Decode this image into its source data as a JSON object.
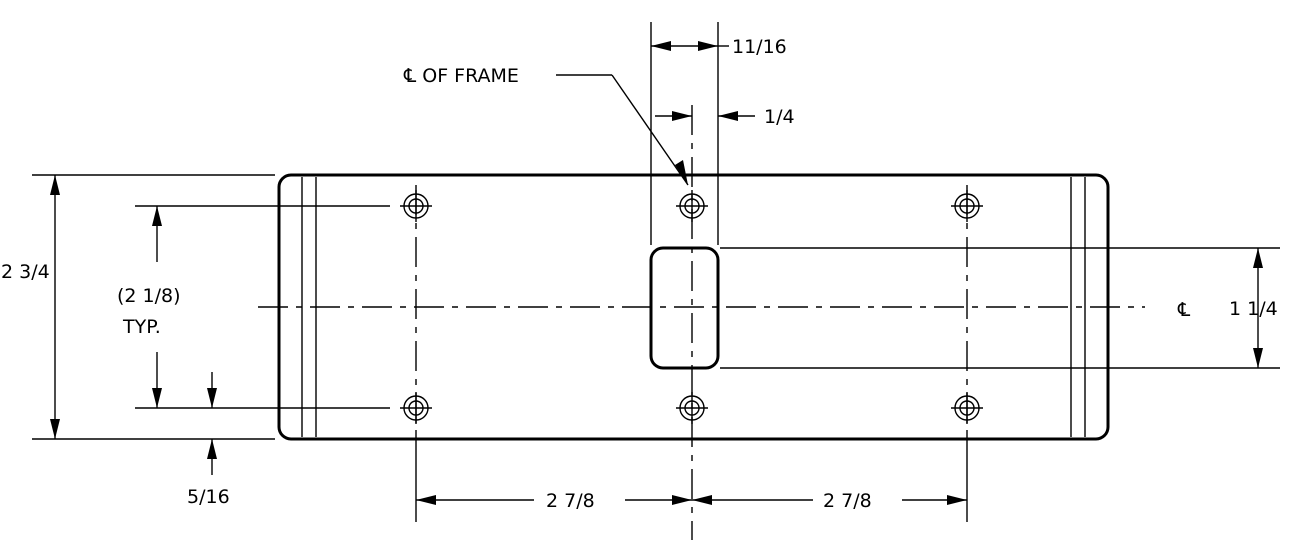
{
  "drawing": {
    "callouts": {
      "centerline_frame": "℄ OF FRAME",
      "centerline_symbol": "℄"
    },
    "dimensions": {
      "slot_width": "11/16",
      "centerline_offset": "1/4",
      "overall_height": "2 3/4",
      "hole_spacing_vertical_line1": "(2 1/8)",
      "hole_spacing_vertical_line2": "TYP.",
      "hole_edge_offset": "5/16",
      "slot_height": "1 1/4",
      "hole_spacing_left": "2 7/8",
      "hole_spacing_right": "2 7/8"
    }
  }
}
